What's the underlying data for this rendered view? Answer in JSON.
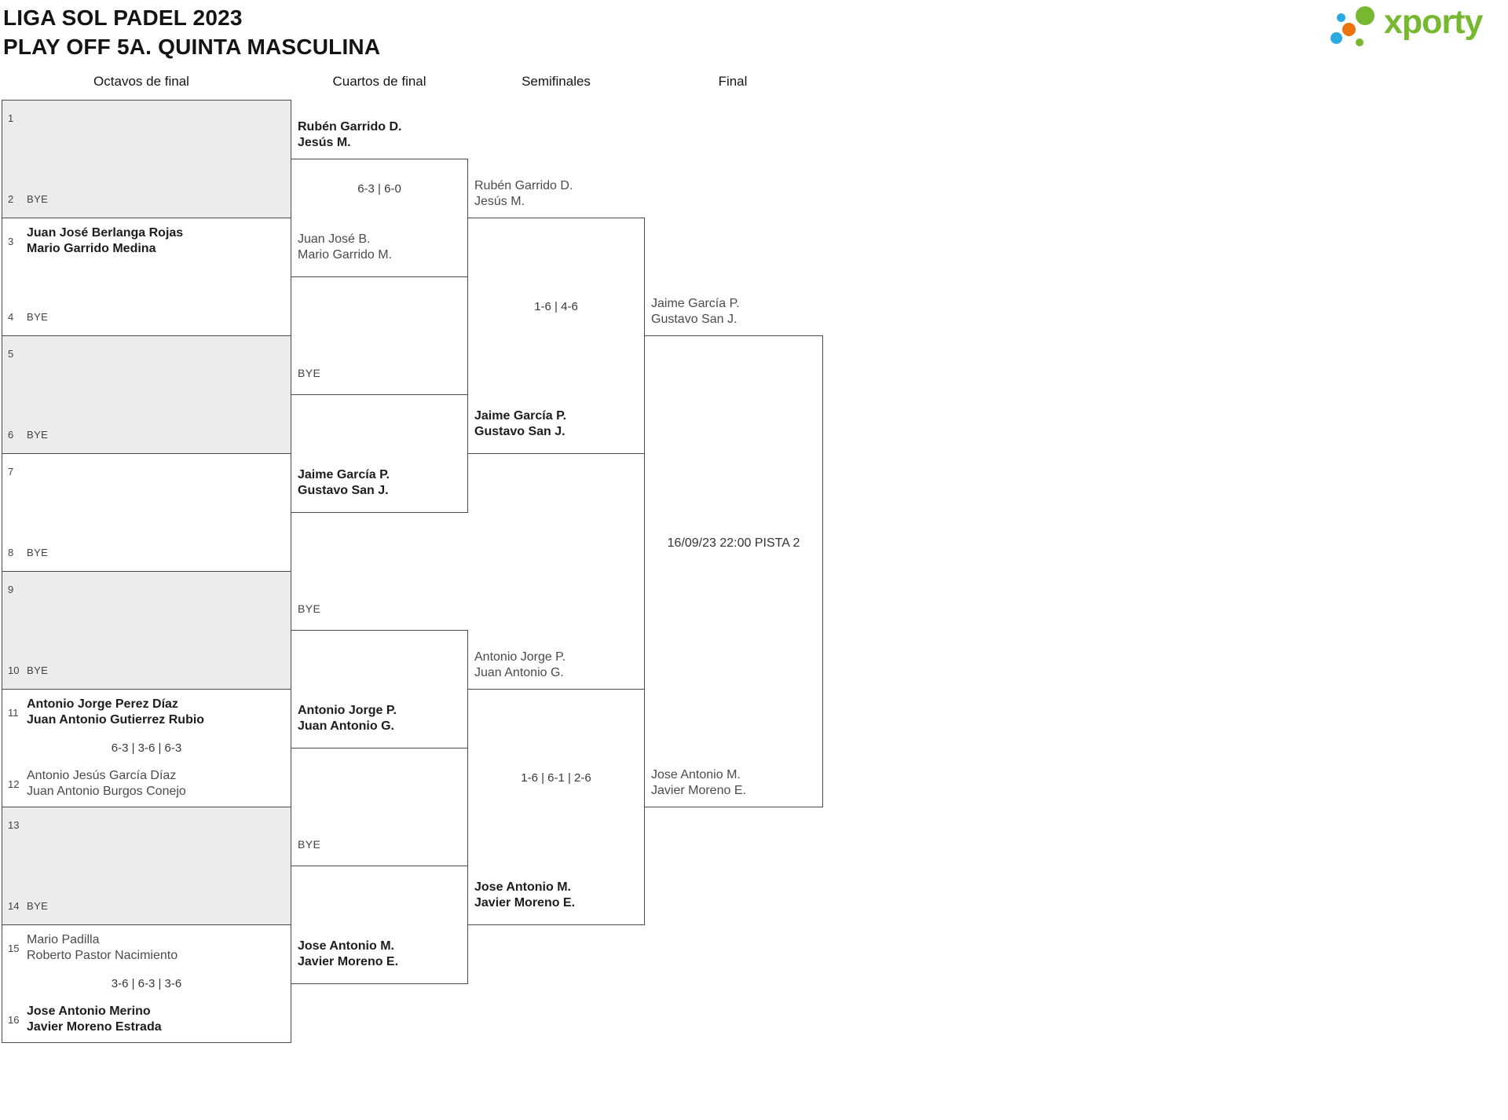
{
  "title": {
    "line1": "LIGA SOL PADEL 2023",
    "line2": "PLAY OFF 5A. QUINTA MASCULINA"
  },
  "logo": {
    "brand": "xporty"
  },
  "round_headers": [
    "Octavos de final",
    "Cuartos de final",
    "Semifinales",
    "Final"
  ],
  "colors": {
    "accent_green": "#76b82f",
    "accent_blue": "#2ba9e1",
    "accent_orange": "#ea730b",
    "bye_fill": "#ececec",
    "line": "#4a4a4a"
  },
  "r16": {
    "matches": [
      {
        "top_num": "1",
        "bottom_num": "2",
        "bottom_bye": "BYE"
      },
      {
        "top_num": "3",
        "top_team": [
          "Juan José Berlanga Rojas",
          "Mario Garrido Medina"
        ],
        "bottom_num": "4",
        "bottom_bye": "BYE",
        "winner": "top"
      },
      {
        "top_num": "5",
        "bottom_num": "6",
        "bottom_bye": "BYE"
      },
      {
        "top_num": "7",
        "bottom_num": "8",
        "bottom_bye": "BYE"
      },
      {
        "top_num": "9",
        "bottom_num": "10",
        "bottom_bye": "BYE"
      },
      {
        "top_num": "11",
        "top_team": [
          "Antonio Jorge Perez Díaz",
          "Juan Antonio Gutierrez Rubio"
        ],
        "score": "6-3 | 3-6 | 6-3",
        "bottom_num": "12",
        "bottom_team": [
          "Antonio Jesús García Díaz",
          "Juan Antonio Burgos Conejo"
        ],
        "winner": "top"
      },
      {
        "top_num": "13",
        "bottom_num": "14",
        "bottom_bye": "BYE"
      },
      {
        "top_num": "15",
        "top_team": [
          "Mario Padilla",
          "Roberto Pastor Nacimiento"
        ],
        "score": "3-6 | 6-3 | 3-6",
        "bottom_num": "16",
        "bottom_team": [
          "Jose Antonio Merino",
          "Javier Moreno Estrada"
        ],
        "winner": "bottom"
      }
    ]
  },
  "qf": {
    "matches": [
      {
        "upper": [
          "Rubén Garrido D.",
          "Jesús M."
        ],
        "score": "6-3 | 6-0",
        "lower": [
          "Juan José B.",
          "Mario Garrido M."
        ],
        "winner": "upper"
      },
      {
        "upper_bye": "BYE",
        "lower": [
          "Jaime García P.",
          "Gustavo San J."
        ],
        "winner": "lower"
      },
      {
        "upper_bye": "BYE",
        "lower": [
          "Antonio Jorge P.",
          "Juan Antonio G."
        ],
        "winner": "lower"
      },
      {
        "upper_bye": "BYE",
        "lower": [
          "Jose Antonio M.",
          "Javier Moreno E."
        ],
        "winner": "lower"
      }
    ]
  },
  "sf": {
    "matches": [
      {
        "upper": [
          "Rubén Garrido D.",
          "Jesús M."
        ],
        "score": "1-6 | 4-6",
        "lower": [
          "Jaime García P.",
          "Gustavo San J."
        ],
        "winner": "lower"
      },
      {
        "upper": [
          "Antonio Jorge P.",
          "Juan Antonio G."
        ],
        "score": "1-6 | 6-1 | 2-6",
        "lower": [
          "Jose Antonio M.",
          "Javier Moreno E."
        ],
        "winner": "lower"
      }
    ]
  },
  "final": {
    "upper": [
      "Jaime García P.",
      "Gustavo San J."
    ],
    "schedule": "16/09/23 22:00 PISTA 2",
    "lower": [
      "Jose Antonio M.",
      "Javier Moreno E."
    ]
  }
}
